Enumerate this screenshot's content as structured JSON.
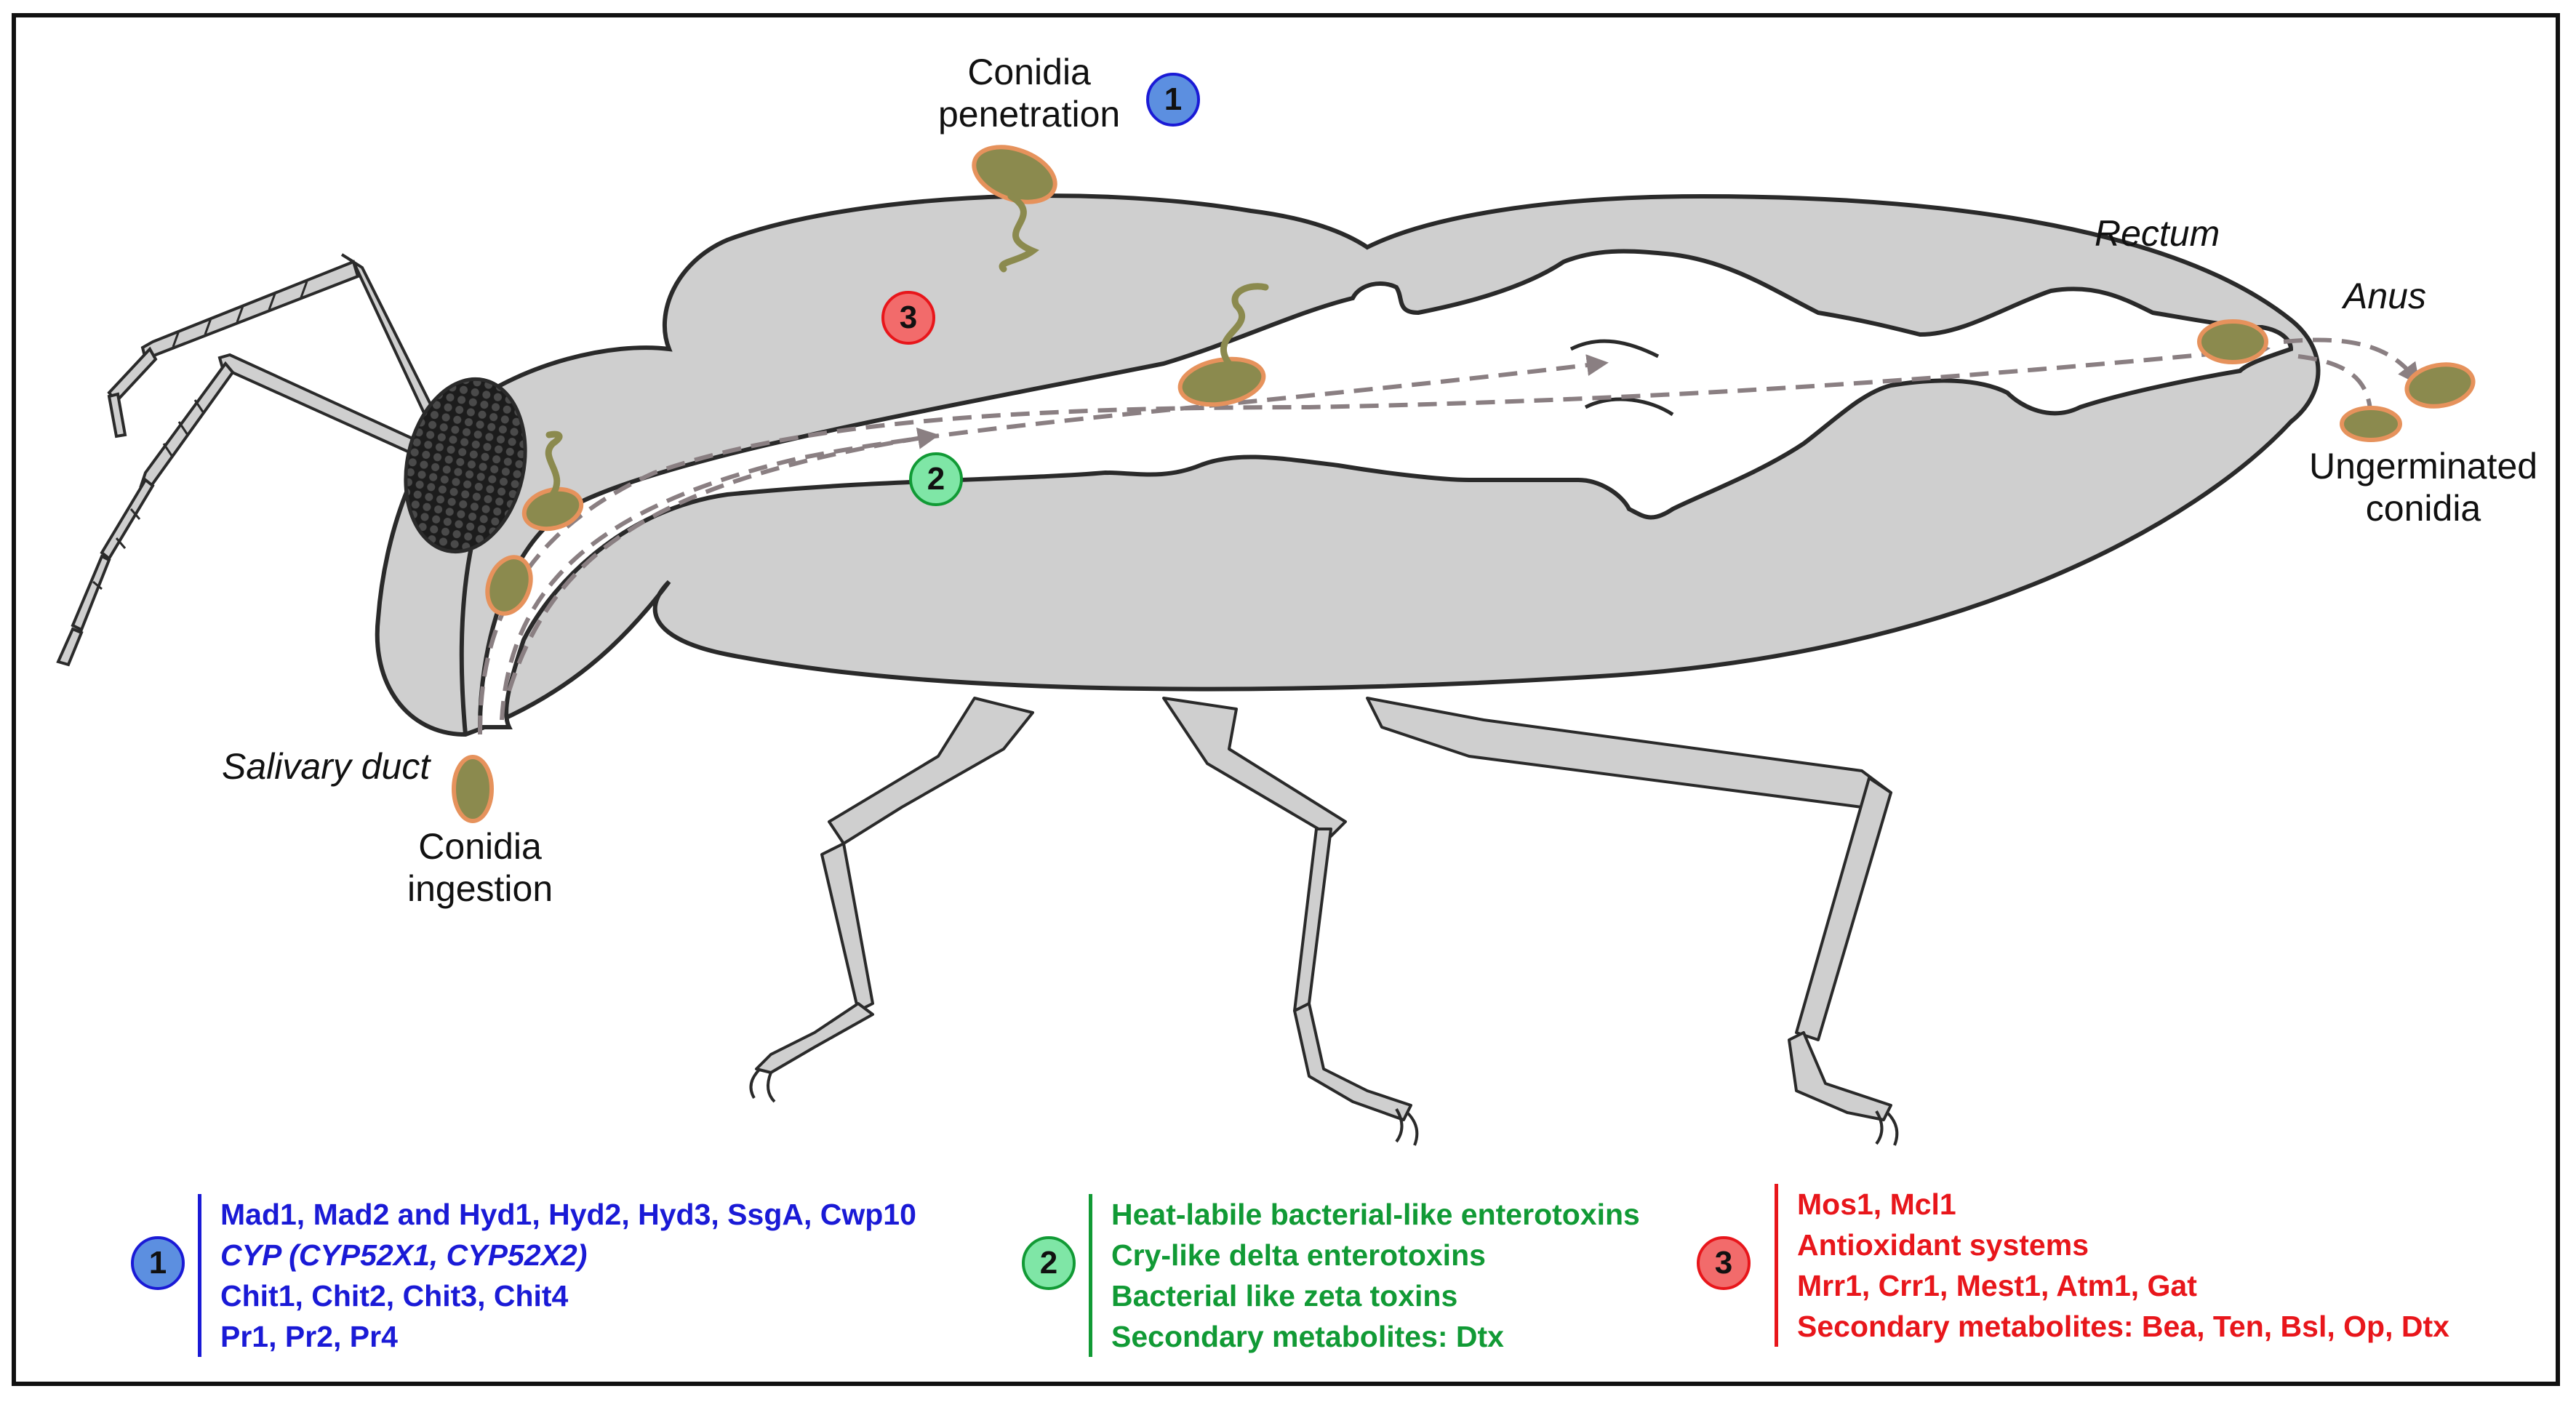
{
  "colors": {
    "body_fill": "#cfcfcf",
    "outline": "#2a2a2a",
    "gut_fill": "#ffffff",
    "conidia_fill": "#8b8a4e",
    "conidia_edge": "#e6925c",
    "arrow": "#8a7f82",
    "blue": "#1a1ad6",
    "green": "#119a35",
    "red": "#e8161b",
    "badge_blue": "#5c8fe0",
    "badge_green": "#7fe6a6",
    "badge_red": "#f26b6b"
  },
  "labels": {
    "conidia_penetration": [
      "Conidia",
      "penetration"
    ],
    "rectum": "Rectum",
    "anus": "Anus",
    "ungerminated_conidia": [
      "Ungerminated",
      "conidia"
    ],
    "salivary_duct": "Salivary duct",
    "conidia_ingestion": [
      "Conidia",
      "ingestion"
    ]
  },
  "badges": {
    "one": "1",
    "two": "2",
    "three": "3"
  },
  "legend": {
    "one": {
      "number": "1",
      "lines": [
        "Mad1, Mad2 and Hyd1, Hyd2, Hyd3, SsgA, Cwp10",
        "CYP (CYP52X1, CYP52X2)",
        "Chit1, Chit2, Chit3, Chit4",
        "Pr1, Pr2, Pr4"
      ]
    },
    "two": {
      "number": "2",
      "lines": [
        "Heat-labile bacterial-like enterotoxins",
        "Cry-like delta enterotoxins",
        "Bacterial like zeta toxins",
        "Secondary metabolites: Dtx"
      ]
    },
    "three": {
      "number": "3",
      "lines": [
        "Mos1, Mcl1",
        "Antioxidant systems",
        "Mrr1, Crr1, Mest1, Atm1, Gat",
        "Secondary metabolites: Bea, Ten, Bsl, Op, Dtx"
      ]
    }
  }
}
